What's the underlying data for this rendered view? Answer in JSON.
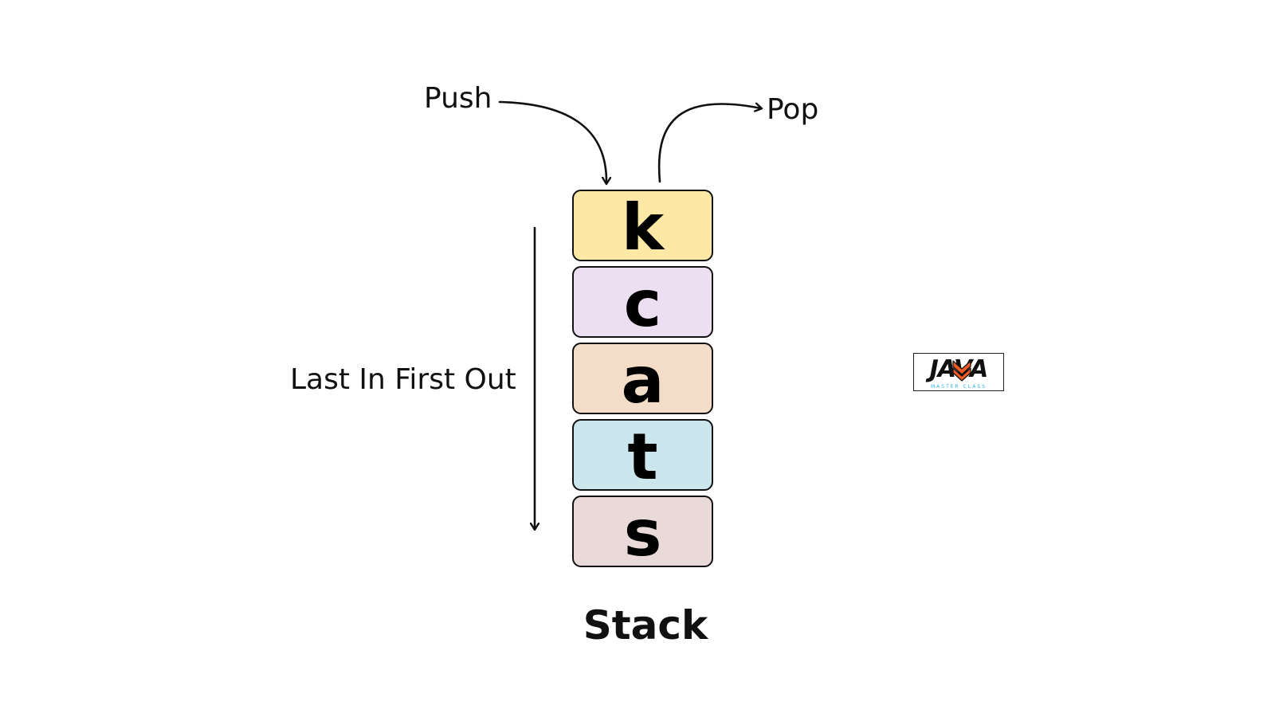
{
  "labels": {
    "push": "Push",
    "pop": "Pop",
    "lifo": "Last In First Out",
    "title": "Stack"
  },
  "stack": {
    "items": [
      {
        "letter": "k",
        "color": "#FDE8A6"
      },
      {
        "letter": "c",
        "color": "#ECDFF1"
      },
      {
        "letter": "a",
        "color": "#F3DDC9"
      },
      {
        "letter": "t",
        "color": "#CBE6EC"
      },
      {
        "letter": "s",
        "color": "#E9D9D9"
      }
    ]
  },
  "logo": {
    "word": "JAVA",
    "subtitle": "MASTER CLASS",
    "accent_color": "#F15A24",
    "sub_color": "#2BB3E0"
  },
  "colors": {
    "ink": "#111111",
    "background": "#FFFFFF"
  }
}
